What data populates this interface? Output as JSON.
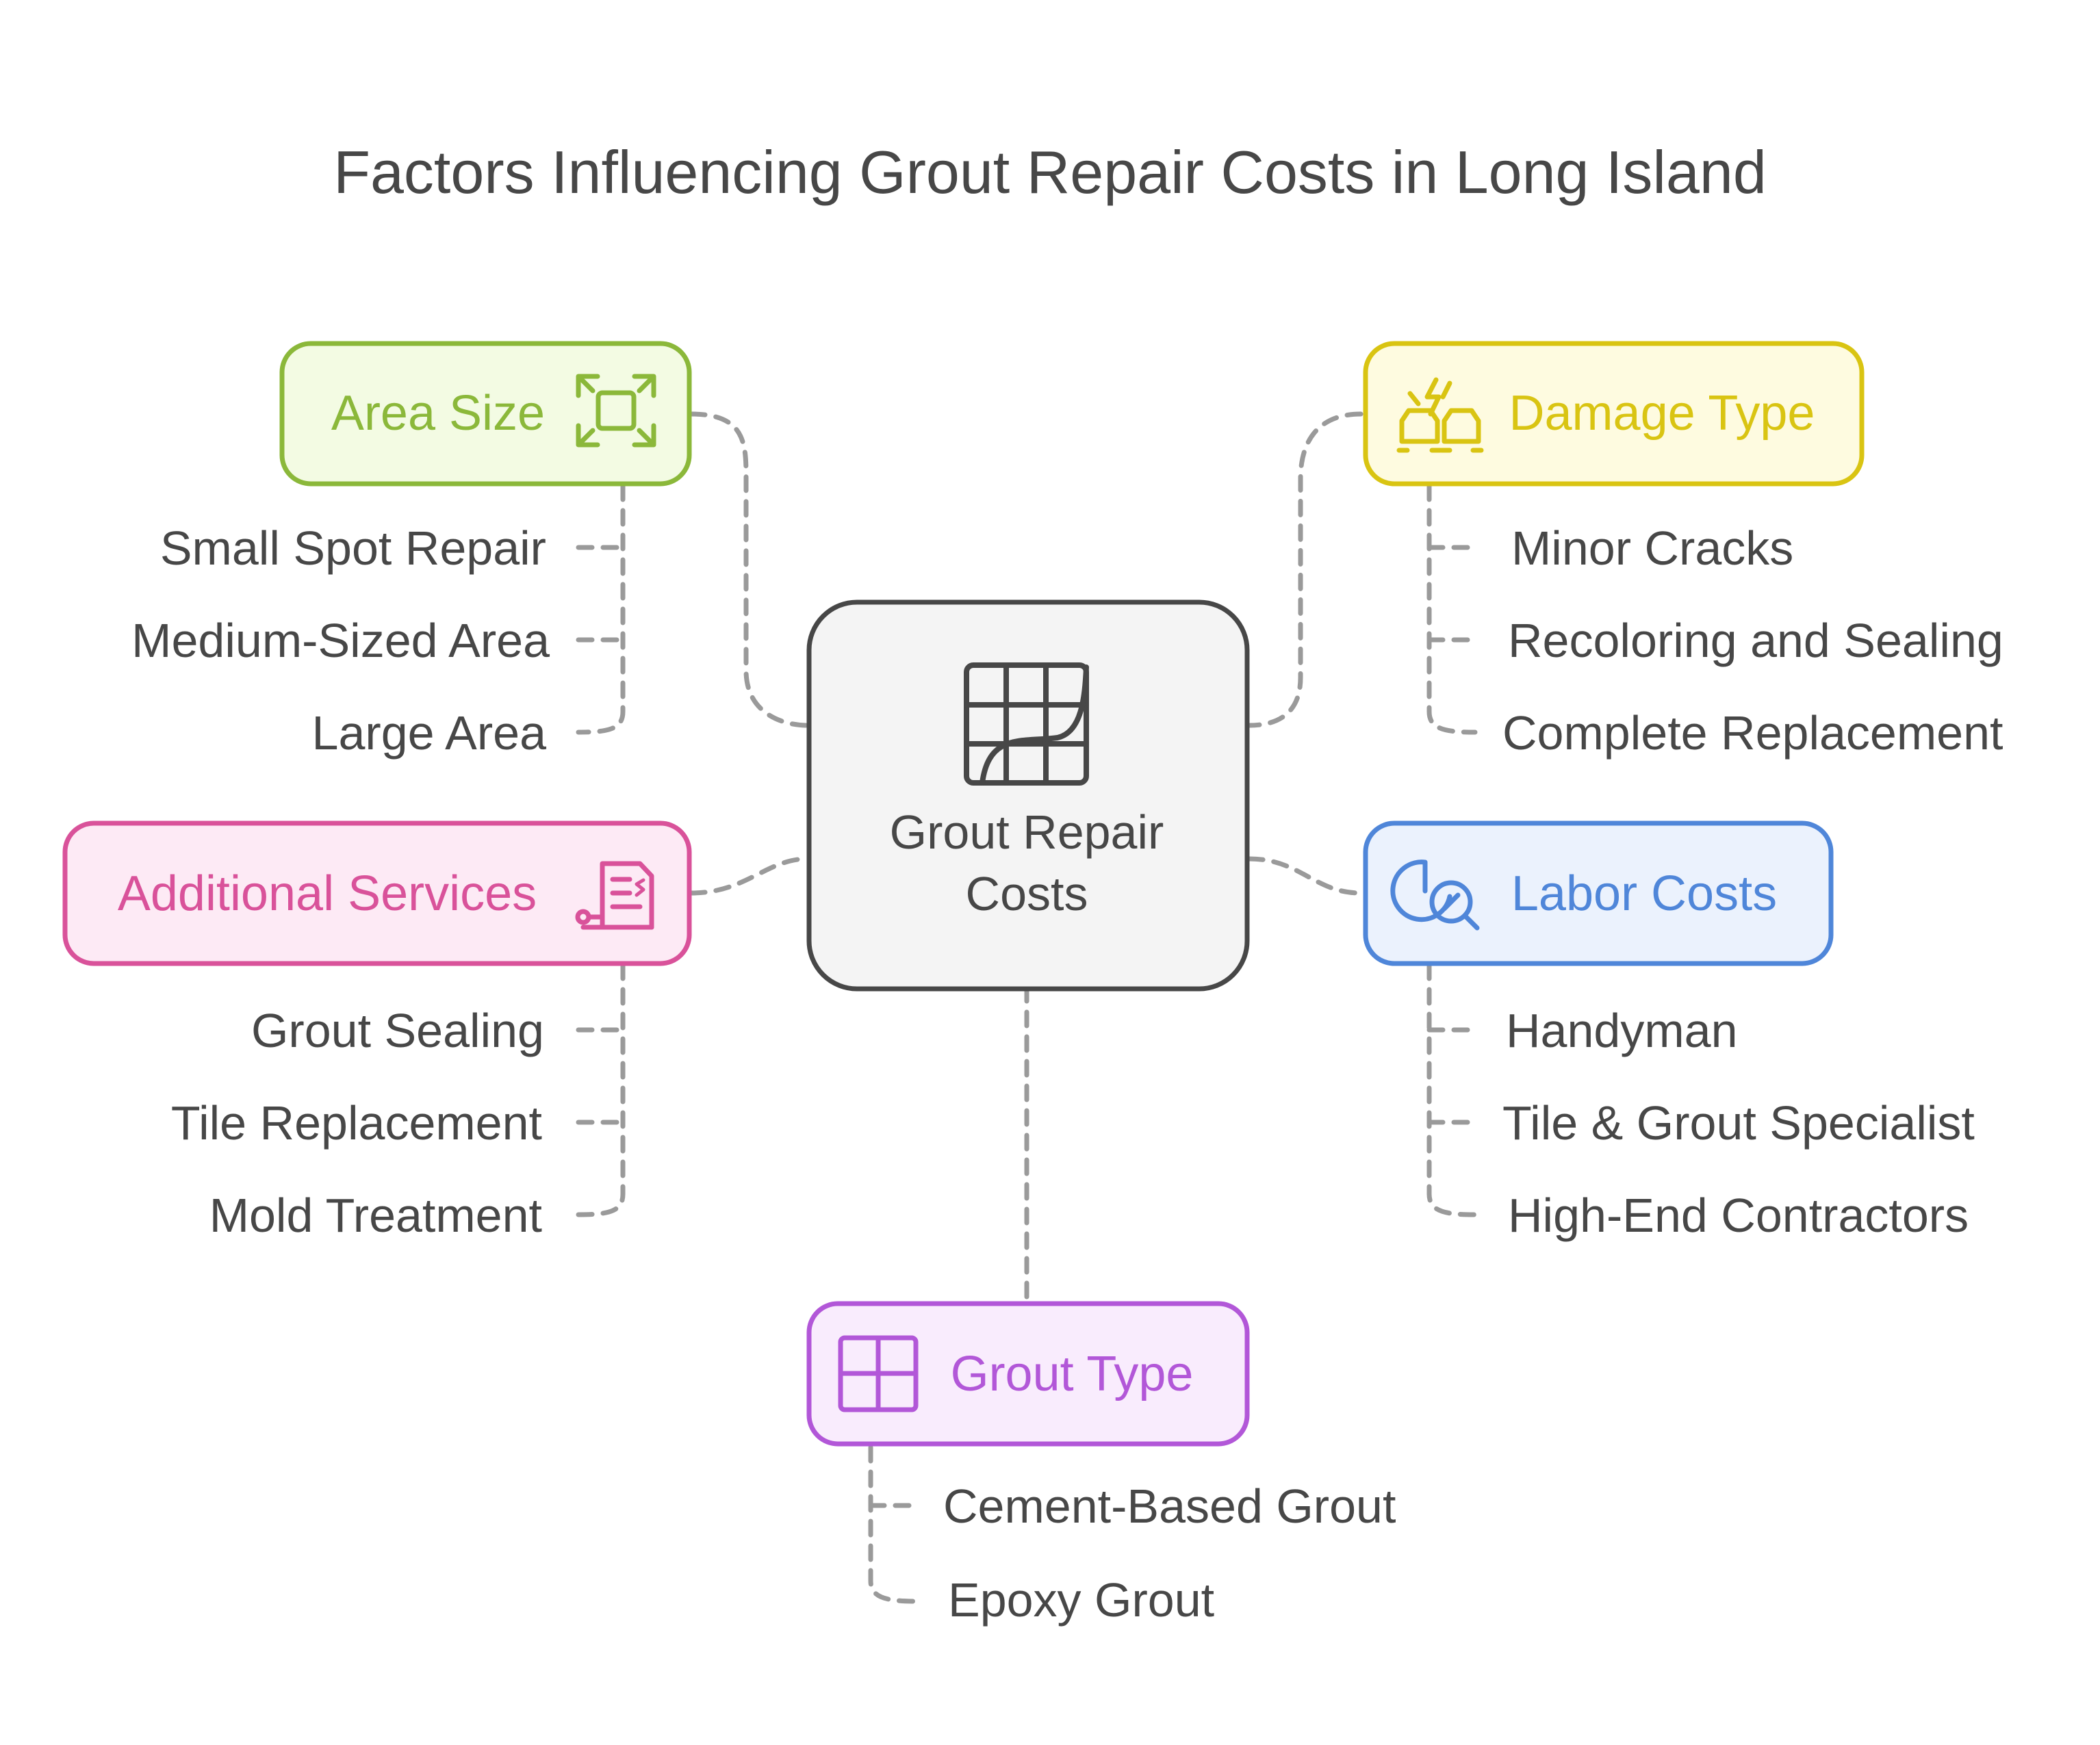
{
  "title": "Factors Influencing Grout Repair Costs in Long Island",
  "center": {
    "line1": "Grout Repair",
    "line2": "Costs",
    "icon": "grout-tile-grid-icon"
  },
  "categories": {
    "area_size": {
      "label": "Area Size",
      "icon": "expand-frame-icon",
      "color": "#8bb83a",
      "fill": "#f3fbe3",
      "items": [
        "Small Spot Repair",
        "Medium-Sized Area",
        "Large Area"
      ]
    },
    "damage_type": {
      "label": "Damage Type",
      "icon": "car-crash-lightning-icon",
      "color": "#d9c412",
      "fill": "#fefbe0",
      "items": [
        "Minor Cracks",
        "Recoloring and Sealing",
        "Complete Replacement"
      ]
    },
    "additional_services": {
      "label": "Additional Services",
      "icon": "invoice-document-icon",
      "color": "#d9529a",
      "fill": "#fdeaf5",
      "items": [
        "Grout Sealing",
        "Tile Replacement",
        "Mold Treatment"
      ]
    },
    "labor_costs": {
      "label": "Labor Costs",
      "icon": "chart-magnifier-icon",
      "color": "#4f86d9",
      "fill": "#ebf2fd",
      "items": [
        "Handyman",
        "Tile & Grout Specialist",
        "High-End Contractors"
      ]
    },
    "grout_type": {
      "label": "Grout Type",
      "icon": "tile-grid-icon",
      "color": "#b257d8",
      "fill": "#f9ecfd",
      "items": [
        "Cement-Based Grout",
        "Epoxy Grout"
      ]
    }
  }
}
